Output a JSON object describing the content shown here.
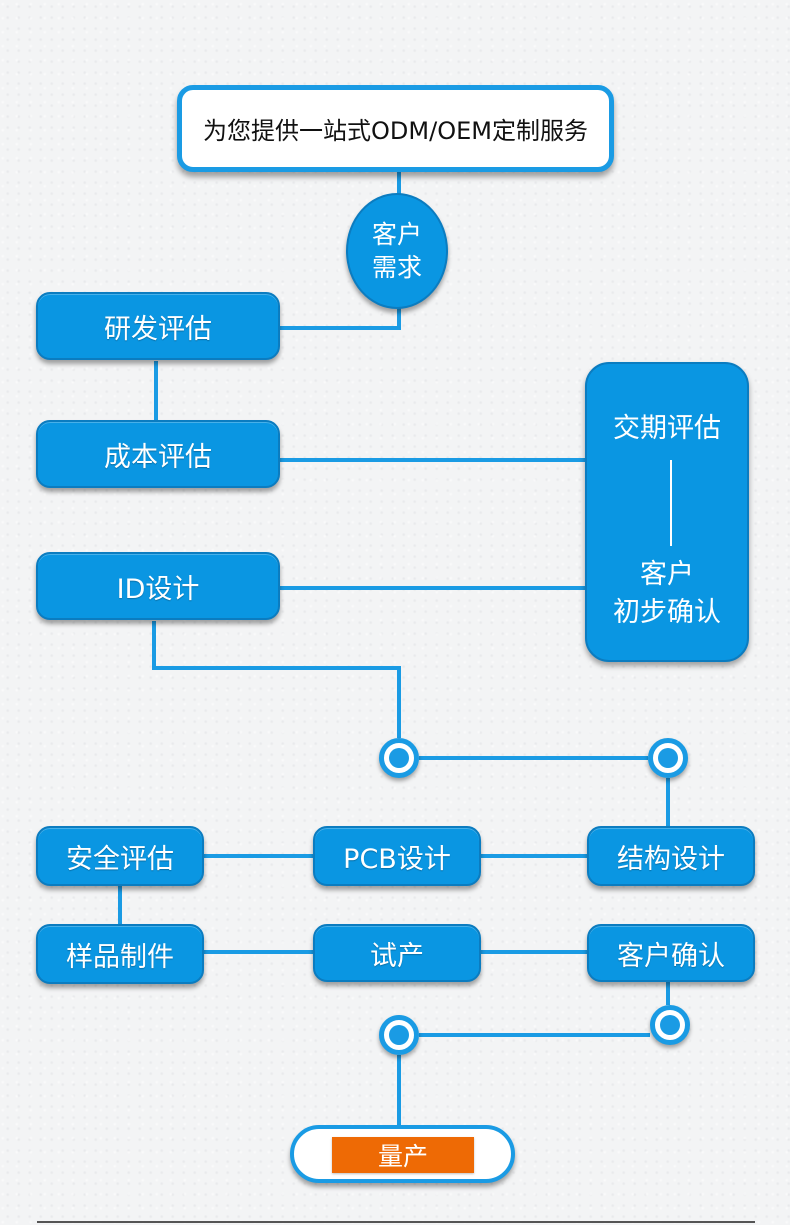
{
  "header": {
    "title": "为您提供一站式ODM/OEM定制服务"
  },
  "customer_demand": {
    "line1": "客户",
    "line2": "需求"
  },
  "steps": {
    "rd_eval": "研发评估",
    "cost_eval": "成本评估",
    "id_design": "ID设计",
    "delivery_eval": "交期评估",
    "customer_initial_confirm": {
      "line1": "客户",
      "line2": "初步确认"
    },
    "safety_eval": "安全评估",
    "pcb_design": "PCB设计",
    "structure_design": "结构设计",
    "sample_making": "样品制件",
    "trial_production": "试产",
    "customer_confirm": "客户确认",
    "mass_production": "量产"
  },
  "colors": {
    "primary_blue": "#0a96e2",
    "line_blue": "#1a9be4",
    "accent_orange": "#ee6a05",
    "background": "#f3f4f5"
  }
}
